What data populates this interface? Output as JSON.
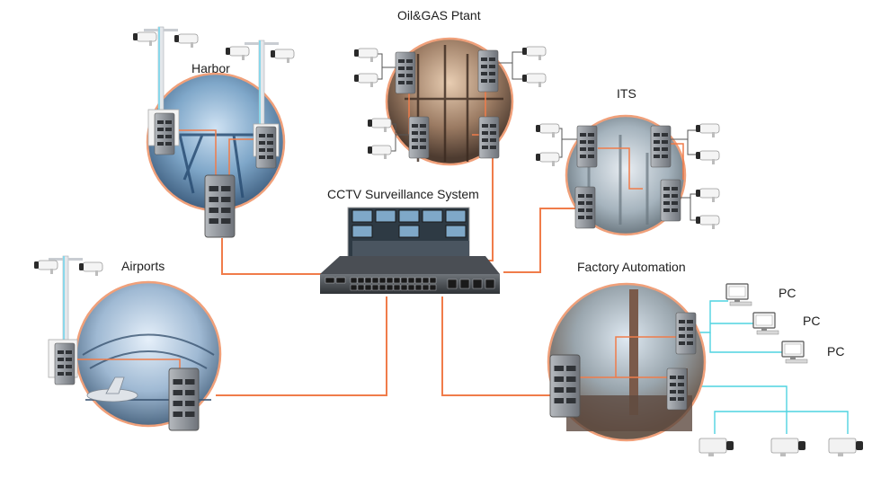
{
  "labels": {
    "oil_gas": "Oil&GAS  Ptant",
    "harbor": "Harbor",
    "its": "ITS",
    "cctv": "CCTV Surveillance System",
    "airports": "Airports",
    "factory": "Factory Automation",
    "pc1": "PC",
    "pc2": "PC",
    "pc3": "PC"
  },
  "colors": {
    "link": "#f07c4a",
    "ring": "#f0a07a",
    "lan": "#4fd3e0",
    "switch_body": "#8a8f96",
    "port": "#3a3d42"
  },
  "icons": [
    "camera-icon",
    "switch-icon",
    "pc-icon",
    "nvr-switch-icon",
    "monitor-wall-icon",
    "camera-pole-icon"
  ]
}
